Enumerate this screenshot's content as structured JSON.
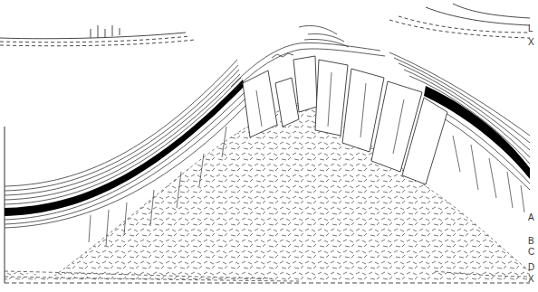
{
  "diagram": {
    "labels": [
      "L",
      "X",
      "A",
      "B",
      "C",
      "D",
      "X"
    ]
  }
}
